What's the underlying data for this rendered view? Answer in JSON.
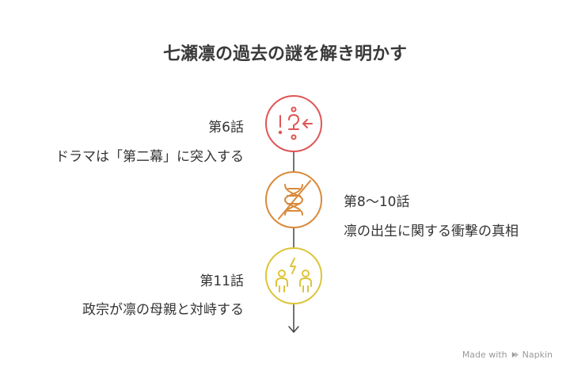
{
  "title": "七瀬凛の過去の謎を解き明かす",
  "steps": [
    {
      "title": "第6話",
      "description": "ドラマは「第二幕」に突入する",
      "color": "#e05555",
      "icon": "exclamation-question-arrow-icon"
    },
    {
      "title": "第8〜10話",
      "description": "凛の出生に関する衝撃の真相",
      "color": "#d98a3a",
      "icon": "crossed-dna-icon"
    },
    {
      "title": "第11話",
      "description": "政宗が凛の母親と対峙する",
      "color": "#ddc43a",
      "icon": "confrontation-people-icon"
    }
  ],
  "footer": {
    "made_with": "Made with",
    "brand": "Napkin"
  }
}
